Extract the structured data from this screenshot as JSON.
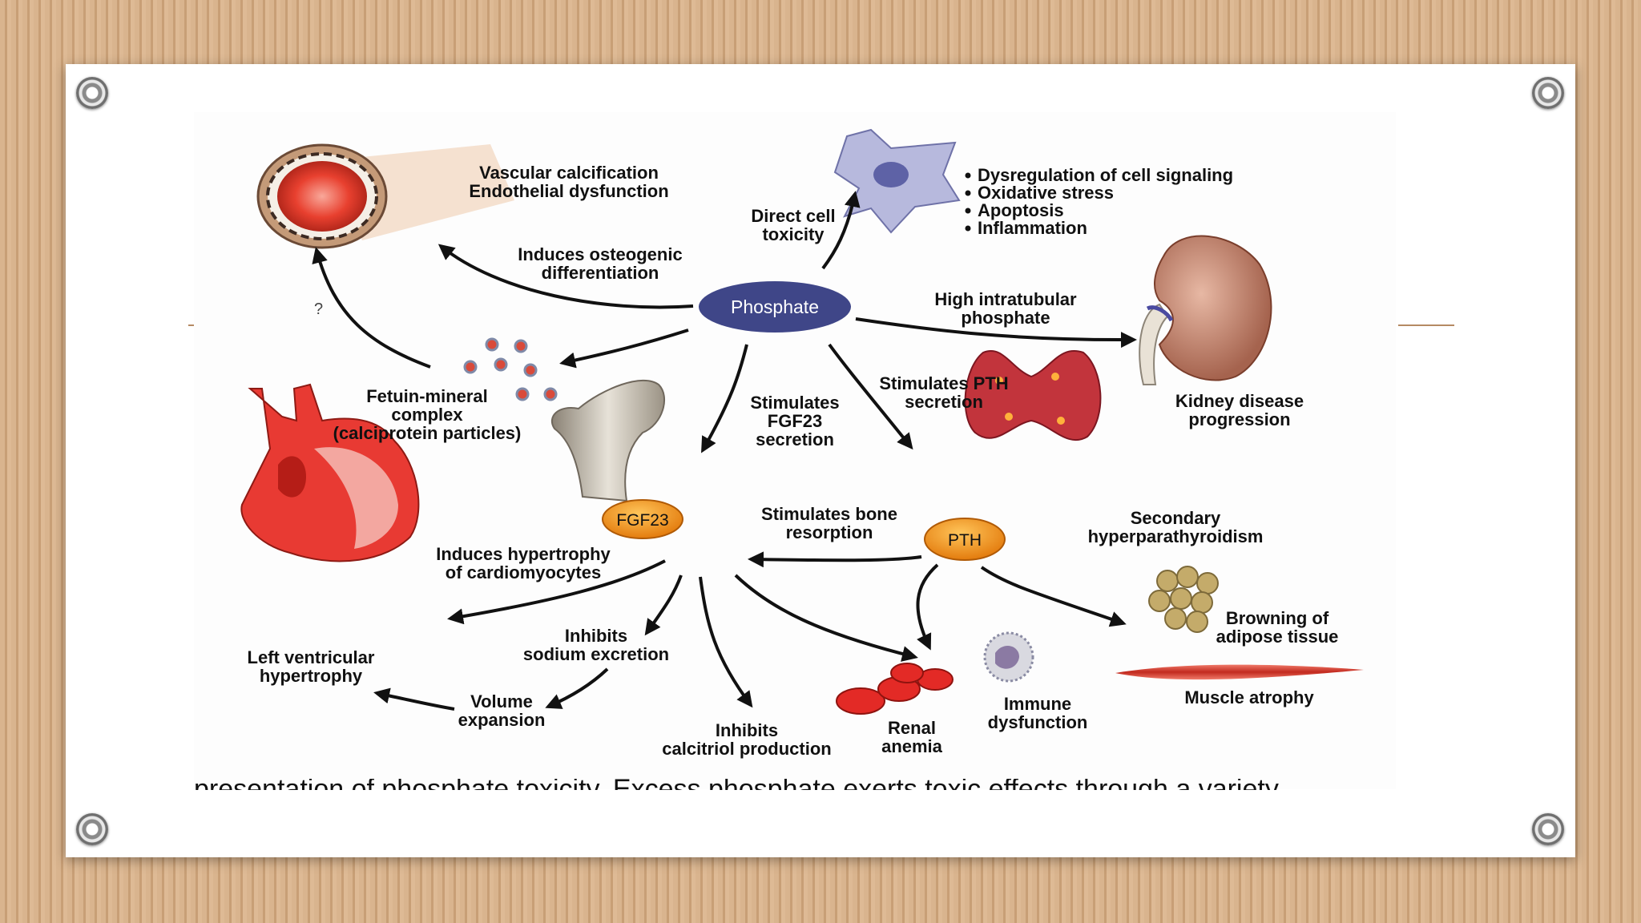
{
  "diagram": {
    "center": "Phosphate",
    "hubs": {
      "fgf23": "FGF23",
      "pth": "PTH"
    },
    "labels": {
      "vascular_1": "Vascular calcification",
      "vascular_2": "Endothelial dysfunction",
      "direct_1": "Direct cell",
      "direct_2": "toxicity",
      "bullets": [
        "Dysregulation of cell signaling",
        "Oxidative stress",
        "Apoptosis",
        "Inflammation"
      ],
      "osteo_1": "Induces osteogenic",
      "osteo_2": "differentiation",
      "high_1": "High intratubular",
      "high_2": "phosphate",
      "kidney_1": "Kidney disease",
      "kidney_2": "progression",
      "question": "?",
      "fetuin_1": "Fetuin-mineral",
      "fetuin_2": "complex",
      "fetuin_3": "(calciprotein particles)",
      "stim_fgf_1": "Stimulates",
      "stim_fgf_2": "FGF23",
      "stim_fgf_3": "secretion",
      "stim_pth_1": "Stimulates PTH",
      "stim_pth_2": "secretion",
      "sec_1": "Secondary",
      "sec_2": "hyperparathyroidism",
      "bone_1": "Stimulates bone",
      "bone_2": "resorption",
      "hyp_1": "Induces hypertrophy",
      "hyp_2": "of cardiomyocytes",
      "lvh_1": "Left ventricular",
      "lvh_2": "hypertrophy",
      "sodium_1": "Inhibits",
      "sodium_2": "sodium excretion",
      "volume_1": "Volume",
      "volume_2": "expansion",
      "calcitriol_1": "Inhibits",
      "calcitriol_2": "calcitriol production",
      "anemia_1": "Renal",
      "anemia_2": "anemia",
      "immune_1": "Immune",
      "immune_2": "dysfunction",
      "adipose_1": "Browning of",
      "adipose_2": "adipose tissue",
      "muscle": "Muscle atrophy"
    }
  },
  "caption": "presentation of phosphate toxicity. Excess phosphate exerts toxic effects through a variety"
}
